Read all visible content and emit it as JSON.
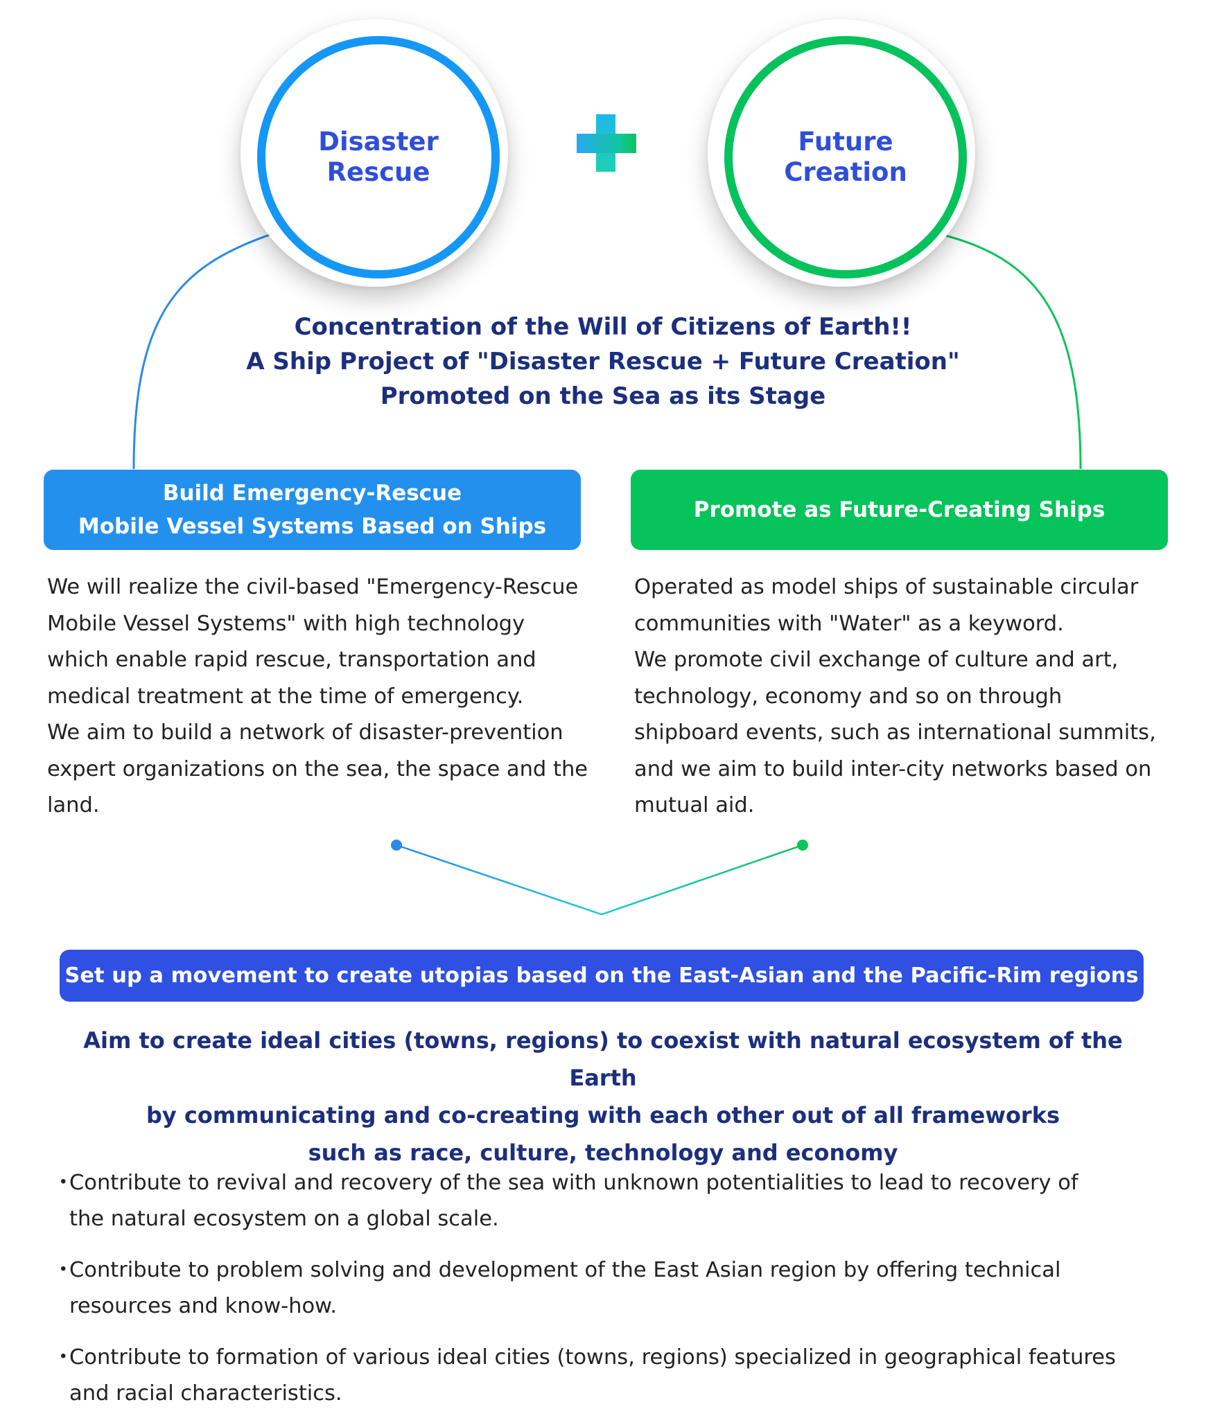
{
  "circles": {
    "rescue": {
      "label": "Disaster Rescue",
      "color": "#1597f5"
    },
    "future": {
      "label": "Future Creation",
      "color": "#06c25c"
    }
  },
  "plus_icon": "plus-icon",
  "headline": [
    "Concentration of the Will of Citizens of Earth!!",
    "A Ship Project of \"Disaster Rescue + Future Creation\"",
    "Promoted on the Sea as its Stage"
  ],
  "left": {
    "title": [
      "Build Emergency-Rescue",
      "Mobile Vessel Systems Based on Ships"
    ],
    "color": "#2390ee",
    "lines": [
      "We will realize the civil-based \"Emergency-Rescue",
      "Mobile Vessel Systems\" with high technology",
      "which enable rapid rescue, transportation and",
      "medical treatment at the time of emergency.",
      "We aim to build a network of disaster-prevention",
      "expert organizations on the sea, the space and the",
      "land."
    ]
  },
  "right": {
    "title": "Promote as Future-Creating Ships",
    "color": "#06c35c",
    "lines": [
      "Operated as model ships of sustainable circular",
      "communities with \"Water\" as a keyword.",
      "We promote civil exchange of culture and art,",
      "technology, economy and so on through",
      "shipboard events, such as international summits,",
      "and we aim to build inter-city networks based on",
      "mutual aid."
    ]
  },
  "banner": "Set up a movement to create utopias based on the East-Asian and the Pacific-Rim regions",
  "aim": [
    "Aim to create ideal cities (towns, regions) to coexist with natural ecosystem of the Earth",
    "by communicating and co-creating with each other out of all frameworks",
    "such as race, culture, technology and economy"
  ],
  "bullet_symbol": "・",
  "bullets": [
    [
      "Contribute to revival and recovery of the sea with unknown potentialities to lead to recovery of",
      "the natural ecosystem on a global scale."
    ],
    [
      "Contribute to problem solving and development of the East Asian region by offering technical",
      "resources and know-how."
    ],
    [
      "Contribute to formation of various ideal cities (towns, regions) specialized in geographical features",
      "and racial characteristics."
    ]
  ]
}
